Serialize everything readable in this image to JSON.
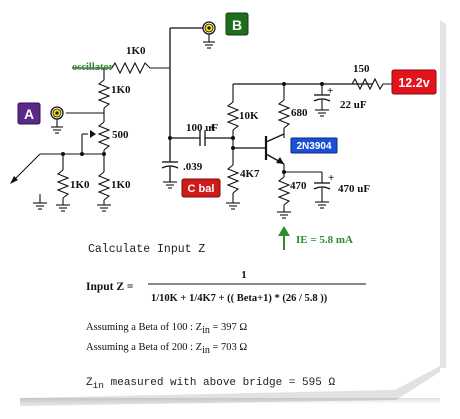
{
  "labels": {
    "a": "A",
    "b": "B",
    "oscillator": "oscillator",
    "supply": "12.2v",
    "c_bal": "C bal",
    "transistor": "2N3904",
    "ie": "IE = 5.8 mA"
  },
  "values": {
    "r_series": "1K0",
    "r_upper": "1K0",
    "pot": "500",
    "r_left": "1K0",
    "r_right": "1K0",
    "c_coupling": "100 uF",
    "plus": "+",
    "c_bal_value": ".039",
    "r_10k": "10K",
    "r_4k7": "4K7",
    "r_680": "680",
    "r_470": "470",
    "c_bypass": "470 uF",
    "c_decoupling": "22 uF",
    "r_150": "150"
  },
  "calc": {
    "heading": "Calculate Input Z",
    "lhs": "Input Z =",
    "numerator": "1",
    "denominator": "1/10K + 1/4K7 + (( Beta+1) * (26 / 5.8 ))",
    "sub": "in",
    "beta100": {
      "prefix": "Assuming a Beta of 100 : Z",
      "suffix": " = 397 Ω"
    },
    "beta200": {
      "prefix": "Assuming a Beta of 200 : Z",
      "suffix": " = 703 Ω"
    },
    "measured": {
      "prefix": "Z",
      "suffix": " measured with above bridge = 595 Ω"
    }
  },
  "colors": {
    "label_a": "#5b2a86",
    "label_b": "#1f6e1f",
    "supply": "#e3131b",
    "c_bal": "#cf1a1a",
    "transistor_tag": "#1a4fd6",
    "annotation_green": "#2e8b2e",
    "connector_yellow": "#f3e100"
  }
}
